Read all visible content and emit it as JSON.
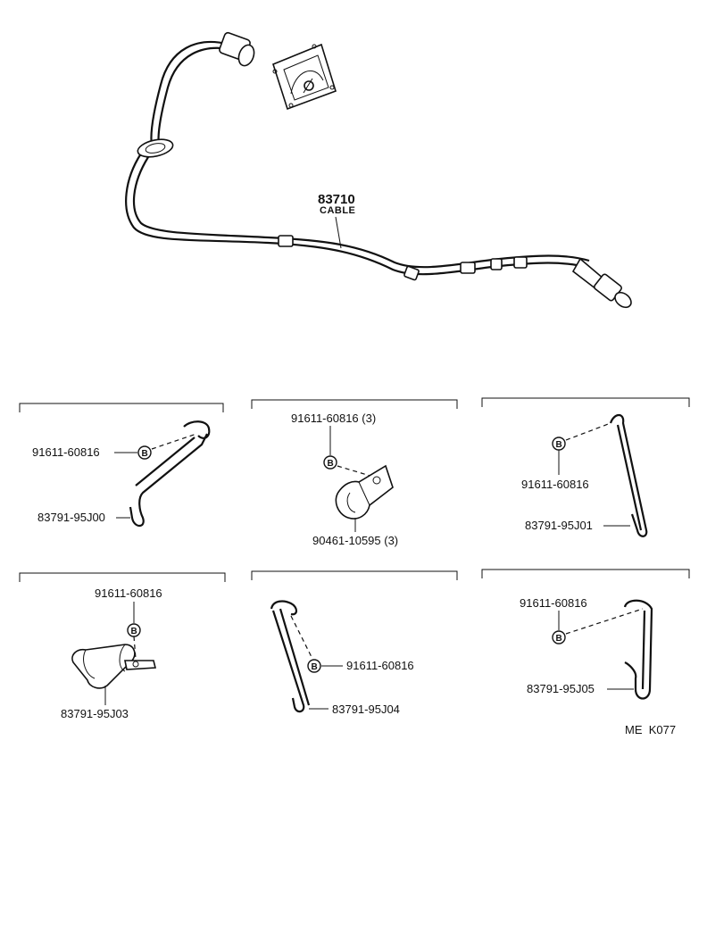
{
  "main_cable": {
    "part_number": "83710",
    "name": "CABLE"
  },
  "bolt_symbol": "B",
  "panels": [
    {
      "bolt_part": "91611-60816",
      "clamp_part": "83791-95J00"
    },
    {
      "bolt_part": "91611-60816 (3)",
      "clamp_part": "90461-10595 (3)"
    },
    {
      "bolt_part": "91611-60816",
      "clamp_part": "83791-95J01"
    },
    {
      "bolt_part": "91611-60816",
      "clamp_part": "83791-95J03"
    },
    {
      "bolt_part": "91611-60816",
      "clamp_part": "83791-95J04"
    },
    {
      "bolt_part": "91611-60816",
      "clamp_part": "83791-95J05"
    }
  ],
  "diagram_code": "ME  K077"
}
